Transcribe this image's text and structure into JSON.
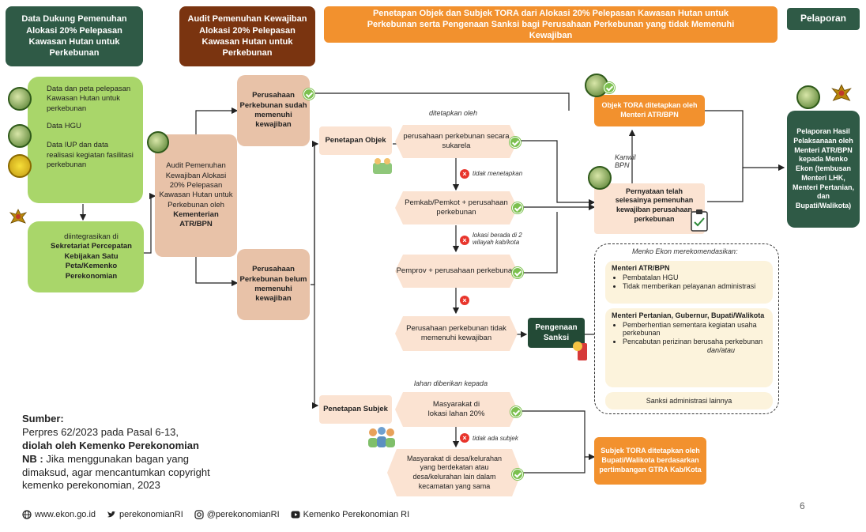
{
  "headers": {
    "col1": "Data Dukung Pemenuhan Alokasi 20% Pelepasan Kawasan Hutan untuk Perkebunan",
    "col2": "Audit Pemenuhan Kewajiban Alokasi 20% Pelepasan Kawasan Hutan untuk Perkebunan",
    "col3": "Penetapan Objek dan Subjek TORA dari Alokasi 20% Pelepasan Kawasan Hutan untuk Perkebunan serta Pengenaan Sanksi bagi Perusahaan Perkebunan yang tidak Memenuhi Kewajiban",
    "col4": "Pelaporan"
  },
  "data_box": {
    "item1": "Data dan peta pelepasan Kawasan Hutan untuk perkebunan",
    "item2": "Data HGU",
    "item3": "Data IUP dan data realisasi kegiatan fasilitasi perkebunan"
  },
  "integrasi": {
    "prefix": "diintegrasikan di",
    "body": "Sekretariat Percepatan Kebijakan Satu Peta/Kemenko Perekonomian"
  },
  "audit_box": "Audit Pemenuhan Kewajiban Alokasi 20% Pelepasan Kawasan Hutan untuk Perkebunan oleh",
  "audit_box_bold": "Kementerian ATR/BPN",
  "perusahaan_sudah": "Perusahaan Perkebunan sudah memenuhi kewajiban",
  "perusahaan_belum": "Perusahaan Perkebunan belum memenuhi kewajiban",
  "penetapan_objek": "Penetapan Objek",
  "penetapan_subjek": "Penetapan Subjek",
  "ditetapkan_oleh": "ditetapkan oleh",
  "lahan_diberikan": "lahan diberikan kepada",
  "diamonds": {
    "d1": "perusahaan perkebunan secara sukarela",
    "d2": "Pemkab/Pemkot + perusahaan perkebunan",
    "d3": "Pemprov + perusahaan perkebunan",
    "d4": "Perusahaan perkebunan tidak memenuhi kewajiban",
    "d5": "Masyarakat di lokasi lahan 20%",
    "d6": "Masyarakat di desa/kelurahan yang berdekatan atau desa/kelurahan lain dalam kecamatan yang sama"
  },
  "notes": {
    "tidak_menetapkan": "tidak menetapkan",
    "lokasi": "lokasi berada di 2 wilayah kab/kota",
    "tidak_ada_subjek": "tidak ada subjek",
    "kanwil": "Kanwil BPN"
  },
  "objek_tora": "Objek TORA ditetapkan oleh Menteri ATR/BPN",
  "pernyataan": "Pernyataan telah selesainya pemenuhan kewajiban perusahaan perkebunan",
  "pengenaan_sanksi": "Pengenaan Sanksi",
  "rekomendasi": {
    "title": "Menko Ekon merekomendasikan:",
    "atr_title": "Menteri ATR/BPN",
    "atr_items": [
      "Pembatalan HGU",
      "Tidak memberikan pelayanan administrasi"
    ],
    "tani_title": "Menteri Pertanian, Gubernur, Bupati/Walikota",
    "tani_items": [
      "Pemberhentian sementara kegiatan usaha perkebunan",
      "Pencabutan perizinan berusaha perkebunan"
    ],
    "dan_atau": "dan/atau",
    "lainnya": "Sanksi administrasi lainnya"
  },
  "subjek_tora": "Subjek TORA ditetapkan oleh Bupati/Walikota berdasarkan pertimbangan GTRA Kab/Kota",
  "pelaporan_box": "Pelaporan Hasil Pelaksanaan oleh Menteri ATR/BPN kepada Menko Ekon (tembusan Menteri LHK, Menteri Pertanian, dan Bupati/Walikota)",
  "sumber": {
    "title": "Sumber:",
    "line1": "Perpres 62/2023 pada Pasal 6-13,",
    "line2": "diolah oleh Kemenko Perekonomian",
    "nb_label": "NB :",
    "nb_text": "Jika menggunakan bagan yang dimaksud, agar mencantumkan copyright kemenko perekonomian, 2023"
  },
  "footer": {
    "web": "www.ekon.go.id",
    "twitter": "perekonomianRI",
    "instagram": "@perekonomianRI",
    "youtube": "Kemenko Perekonomian RI"
  },
  "page_number": "6",
  "icons": [
    "globe-icon",
    "twitter-icon",
    "instagram-icon",
    "youtube-icon",
    "check-icon",
    "cross-icon",
    "emblem-icon",
    "garuda-icon"
  ],
  "colors": {
    "dark_green": "#2f5a46",
    "brown": "#7a3410",
    "orange": "#f2912e",
    "lime": "#a9d66a",
    "tan": "#e8c2a8",
    "peach": "#fbe3d2",
    "check": "#7cc04f",
    "cross": "#e8352c"
  }
}
